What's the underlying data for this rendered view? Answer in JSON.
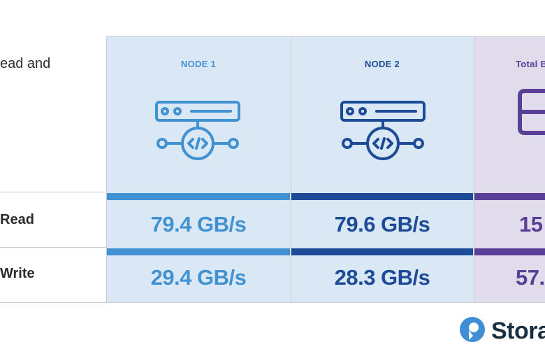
{
  "caption": "ead and",
  "columns": [
    {
      "title": "NODE 1",
      "read": "79.4 GB/s",
      "write": "29.4 GB/s",
      "color": "#4092d2"
    },
    {
      "title": "NODE 2",
      "read": "79.6 GB/s",
      "write": "28.3 GB/s",
      "color": "#1e4b97"
    },
    {
      "title": "Total B",
      "read": "15",
      "write": "57.",
      "color": "#5a3f96"
    }
  ],
  "rows": {
    "read_label": "Read",
    "write_label": "Write"
  },
  "brand": {
    "name": "Stora",
    "color": "#3d8ed4",
    "icon": "brand-logo-icon"
  },
  "icons": {
    "node": "server-node-icon",
    "total": "storage-stack-icon"
  }
}
